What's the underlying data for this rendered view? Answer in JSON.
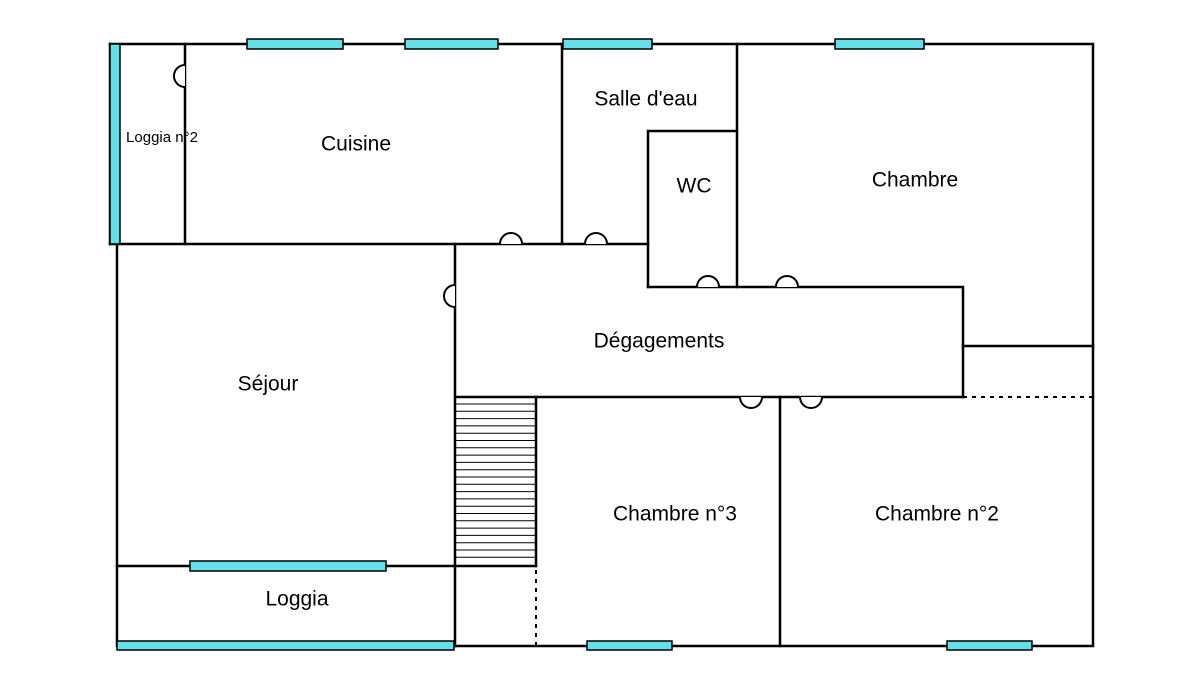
{
  "plan": {
    "colors": {
      "window": "#66e0e8",
      "wall": "#000000",
      "background": "#ffffff"
    },
    "rooms": {
      "loggia2": "Loggia n°2",
      "cuisine": "Cuisine",
      "salle_eau": "Salle d'eau",
      "wc": "WC",
      "chambre": "Chambre",
      "degagements": "Dégagements",
      "sejour": "Séjour",
      "chambre3": "Chambre n°3",
      "chambre2": "Chambre n°2",
      "loggia": "Loggia"
    }
  }
}
